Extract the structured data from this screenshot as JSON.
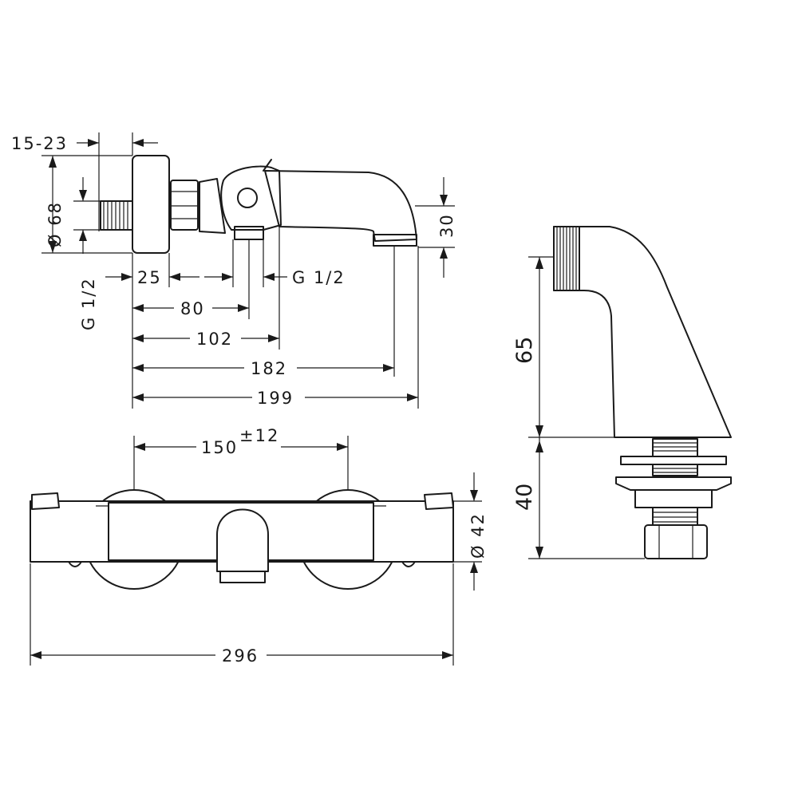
{
  "dimensions": {
    "outlet_gap": "15-23",
    "body_diameter": "Ø 68",
    "inlet_thread_left": "G 1/2",
    "d25": "25",
    "outlet_thread": "G 1/2",
    "d80": "80",
    "d102": "102",
    "d182": "182",
    "d199": "199",
    "spout_height": "30",
    "centers": "150",
    "centers_tolerance": "±12",
    "overall_width": "296",
    "bar_diameter": "Ø 42",
    "connector_upper": "65",
    "connector_lower": "40"
  }
}
